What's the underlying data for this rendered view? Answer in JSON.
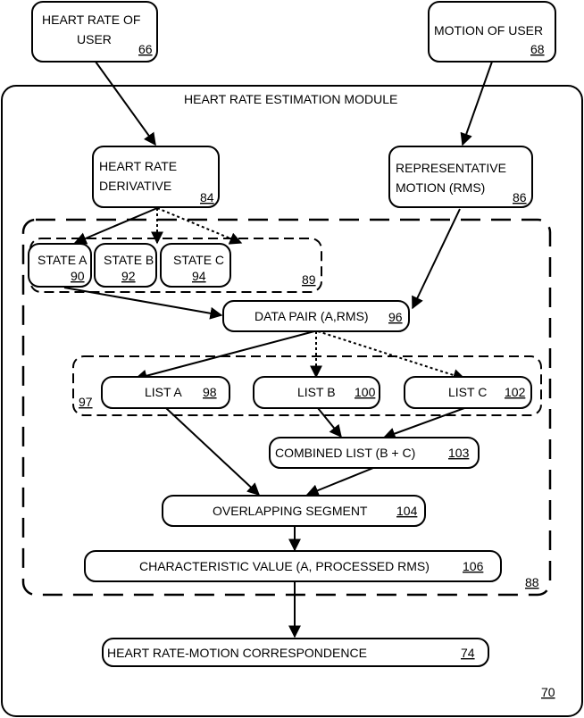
{
  "diagram": {
    "module": {
      "label": "HEART RATE ESTIMATION MODULE",
      "ref": "70"
    },
    "inner_region": {
      "ref": "88"
    },
    "state_group": {
      "ref": "89"
    },
    "list_group": {
      "ref": "97"
    },
    "nodes": {
      "heart_rate_user": {
        "line1": "HEART RATE OF",
        "line2": "USER",
        "ref": "66"
      },
      "motion_user": {
        "line1": "MOTION OF USER",
        "ref": "68"
      },
      "hr_derivative": {
        "line1": "HEART RATE",
        "line2": "DERIVATIVE",
        "ref": "84"
      },
      "rep_motion": {
        "line1": "REPRESENTATIVE",
        "line2": "MOTION (RMS)",
        "ref": "86"
      },
      "state_a": {
        "label": "STATE A",
        "ref": "90"
      },
      "state_b": {
        "label": "STATE B",
        "ref": "92"
      },
      "state_c": {
        "label": "STATE C",
        "ref": "94"
      },
      "data_pair": {
        "label": "DATA PAIR (A,RMS)",
        "ref": "96"
      },
      "list_a": {
        "label": "LIST A",
        "ref": "98"
      },
      "list_b": {
        "label": "LIST B",
        "ref": "100"
      },
      "list_c": {
        "label": "LIST C",
        "ref": "102"
      },
      "combined_list": {
        "label": "COMBINED LIST (B + C)",
        "ref": "103"
      },
      "overlapping_segment": {
        "label": "OVERLAPPING SEGMENT",
        "ref": "104"
      },
      "characteristic_value": {
        "label": "CHARACTERISTIC VALUE (A, PROCESSED RMS)",
        "ref": "106"
      },
      "hr_motion_corr": {
        "label": "HEART RATE-MOTION CORRESPONDENCE",
        "ref": "74"
      }
    },
    "edges": [
      {
        "from": "heart_rate_user",
        "to": "hr_derivative",
        "style": "solid"
      },
      {
        "from": "motion_user",
        "to": "rep_motion",
        "style": "solid"
      },
      {
        "from": "hr_derivative",
        "to": "state_a",
        "style": "solid"
      },
      {
        "from": "hr_derivative",
        "to": "state_b",
        "style": "dotted"
      },
      {
        "from": "hr_derivative",
        "to": "state_c",
        "style": "dotted"
      },
      {
        "from": "state_a",
        "to": "data_pair",
        "style": "solid"
      },
      {
        "from": "rep_motion",
        "to": "data_pair",
        "style": "solid"
      },
      {
        "from": "data_pair",
        "to": "list_a",
        "style": "solid"
      },
      {
        "from": "data_pair",
        "to": "list_b",
        "style": "dotted"
      },
      {
        "from": "data_pair",
        "to": "list_c",
        "style": "dotted"
      },
      {
        "from": "list_b",
        "to": "combined_list",
        "style": "solid"
      },
      {
        "from": "list_c",
        "to": "combined_list",
        "style": "solid"
      },
      {
        "from": "list_a",
        "to": "overlapping_segment",
        "style": "solid"
      },
      {
        "from": "combined_list",
        "to": "overlapping_segment",
        "style": "solid"
      },
      {
        "from": "overlapping_segment",
        "to": "characteristic_value",
        "style": "solid"
      },
      {
        "from": "characteristic_value",
        "to": "hr_motion_corr",
        "style": "solid"
      }
    ]
  }
}
